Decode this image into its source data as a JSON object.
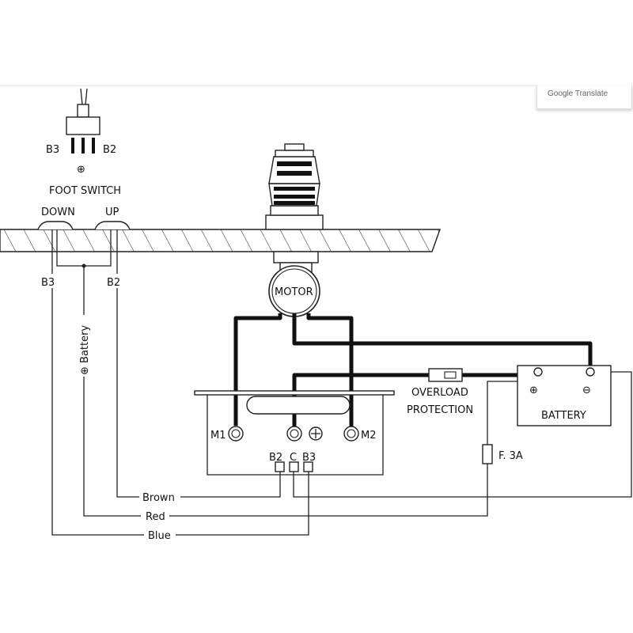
{
  "popup": {
    "text": "Google Translate"
  },
  "diagram": {
    "foot_switch": {
      "title": "FOOT SWITCH",
      "b3": "B3",
      "b2": "B2",
      "plus": "⊕"
    },
    "deck_switches": {
      "down": "DOWN",
      "up": "UP"
    },
    "wire_labels": {
      "b3": "B3",
      "b2": "B2",
      "battery": "⊕ Battery"
    },
    "motor": {
      "label": "MOTOR"
    },
    "control_box": {
      "m1": "M1",
      "m2": "M2",
      "b2": "B2",
      "c": "C",
      "b3": "B3"
    },
    "overload": {
      "line1": "OVERLOAD",
      "line2": "PROTECTION"
    },
    "battery": {
      "label": "BATTERY",
      "plus": "⊕",
      "minus": "⊖"
    },
    "fuse": {
      "label": "F. 3A"
    },
    "wires": {
      "brown": "Brown",
      "red": "Red",
      "blue": "Blue"
    }
  }
}
